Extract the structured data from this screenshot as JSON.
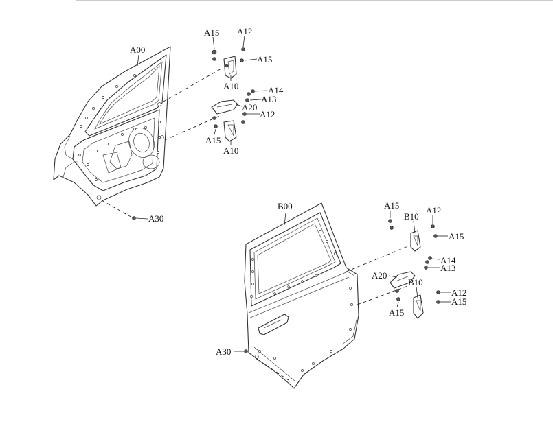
{
  "labels": {
    "a00": "A00",
    "a15_top": "A15",
    "a12_top": "A12",
    "a15_top_right": "A15",
    "a10_top": "A10",
    "a14_top": "A14",
    "a20_top": "A20",
    "a13_top": "A13",
    "a12_mid": "A12",
    "a15_mid": "A15",
    "a10_mid": "A10",
    "a30_top": "A30",
    "b00": "B00",
    "a15_b_top": "A15",
    "a12_b_top": "A12",
    "b10_top": "B10",
    "a15_b_right": "A15",
    "a14_b": "A14",
    "a13_b": "A13",
    "a20_b": "A20",
    "b10_mid": "B10",
    "a12_b_low": "A12",
    "a15_b_low": "A15",
    "a15_b_left": "A15",
    "a30_b": "A30"
  }
}
